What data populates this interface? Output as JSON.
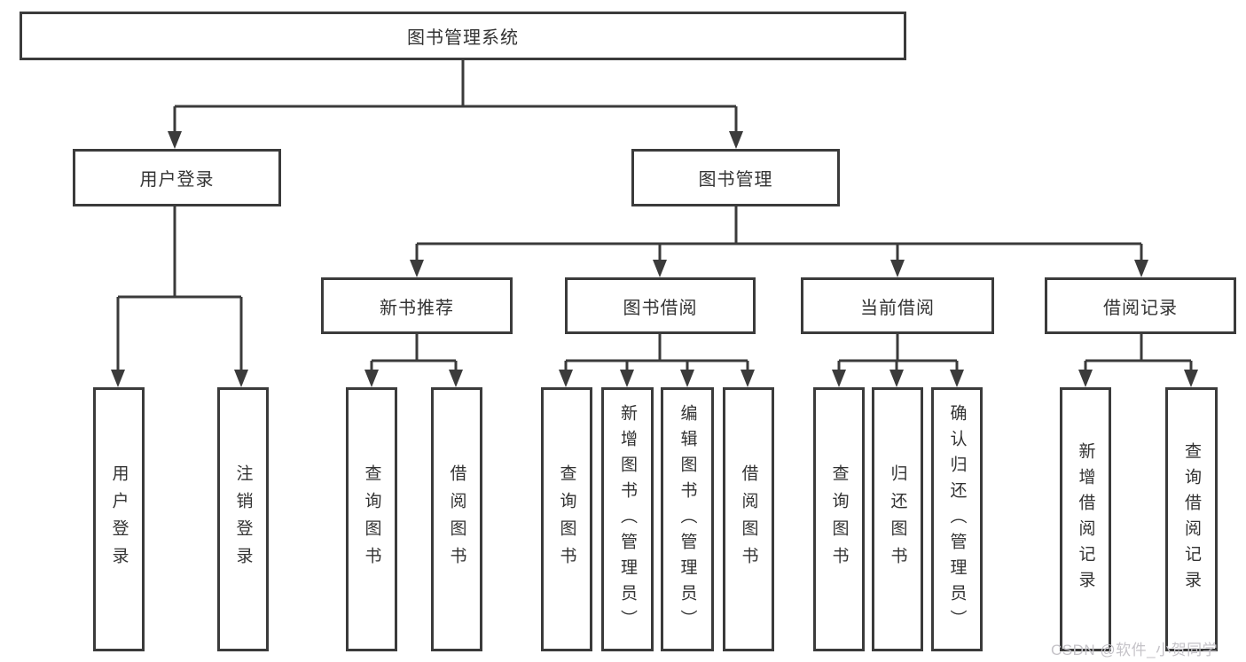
{
  "diagram": {
    "root": "图书管理系统",
    "branches": [
      {
        "label": "用户登录",
        "leaves": [
          "用户登录",
          "注销登录"
        ]
      },
      {
        "label": "图书管理",
        "groups": [
          {
            "label": "新书推荐",
            "leaves": [
              "查询图书",
              "借阅图书"
            ]
          },
          {
            "label": "图书借阅",
            "leaves": [
              "查询图书",
              "新增图书（管理员）",
              "编辑图书（管理员）",
              "借阅图书"
            ]
          },
          {
            "label": "当前借阅",
            "leaves": [
              "查询图书",
              "归还图书",
              "确认归还（管理员）"
            ]
          },
          {
            "label": "借阅记录",
            "leaves": [
              "新增借阅记录",
              "查询借阅记录"
            ]
          }
        ]
      }
    ],
    "watermark": "CSDN @软件_小贺同学",
    "colors": {
      "line": "#3b3b3b",
      "text": "#333333",
      "background": "#ffffff",
      "watermark": "#c5c3c8"
    }
  }
}
